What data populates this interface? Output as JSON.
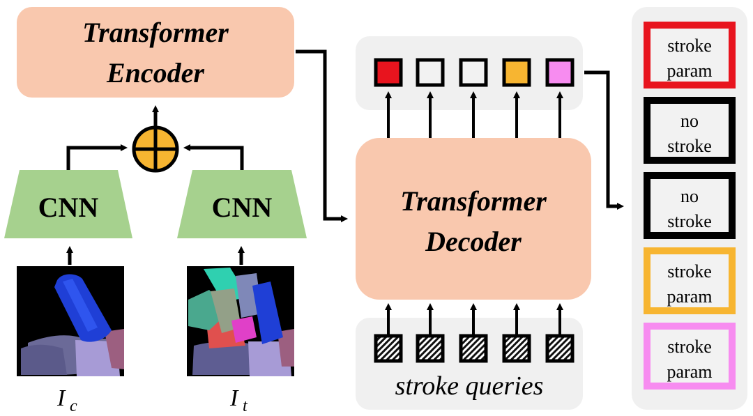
{
  "encoder": {
    "line1": "Transformer",
    "line2": "Encoder"
  },
  "decoder": {
    "line1": "Transformer",
    "line2": "Decoder"
  },
  "cnn_left": {
    "label": "CNN"
  },
  "cnn_right": {
    "label": "CNN"
  },
  "image_left": {
    "label_main": "I",
    "label_sub": "c"
  },
  "image_right": {
    "label_main": "I",
    "label_sub": "t"
  },
  "queries": {
    "label": "stroke queries",
    "count": 5
  },
  "output_tokens": [
    {
      "color": "#e8141e"
    },
    {
      "color": "#f2f2f2"
    },
    {
      "color": "#f2f2f2"
    },
    {
      "color": "#f7b531"
    },
    {
      "color": "#f78cf0"
    }
  ],
  "predictions": [
    {
      "line1": "stroke",
      "line2": "param",
      "border": "#e8141e"
    },
    {
      "line1": "no",
      "line2": "stroke",
      "border": "#000000"
    },
    {
      "line1": "no",
      "line2": "stroke",
      "border": "#000000"
    },
    {
      "line1": "stroke",
      "line2": "param",
      "border": "#f7b531"
    },
    {
      "line1": "stroke",
      "line2": "param",
      "border": "#f78cf0"
    }
  ],
  "colors": {
    "encoder_fill": "#f9c8ae",
    "cnn_fill": "#a6d18e",
    "sum_fill": "#f7b531",
    "panel_fill": "#f0f0f0",
    "arrow": "#000000"
  }
}
